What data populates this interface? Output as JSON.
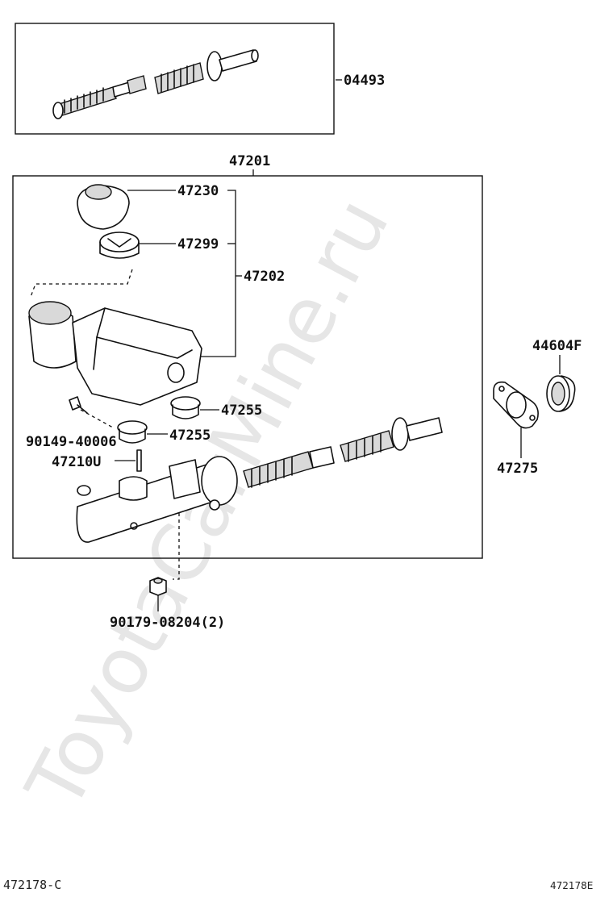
{
  "watermark": "ToyotaCarMine.ru",
  "callouts": {
    "repair_kit": "04493",
    "master_cylinder_assy": "47201",
    "reservoir_cap": "47230",
    "strainer": "47299",
    "reservoir_sub_assy": "47202",
    "gasket": "44604F",
    "grommet_a": "47255",
    "grommet_b": "47255",
    "bolt": "90149-40006",
    "pin": "47210U",
    "plate": "47275",
    "nut": "90179-08204(2)"
  },
  "footer": {
    "ref_left": "472178-C",
    "ref_right": "472178E"
  }
}
